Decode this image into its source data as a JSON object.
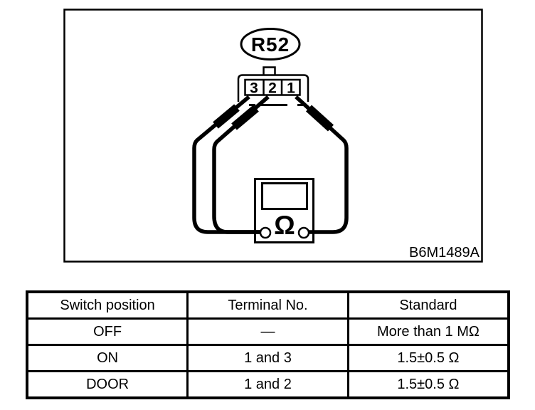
{
  "figure": {
    "connector_callout": "R52",
    "terminals": [
      "3",
      "2",
      "1"
    ],
    "ohm_symbol": "Ω",
    "figure_code": "B6M1489A"
  },
  "table": {
    "headers": [
      "Switch position",
      "Terminal No.",
      "Standard"
    ],
    "rows": [
      [
        "OFF",
        "—",
        "More than 1 MΩ"
      ],
      [
        "ON",
        "1 and 3",
        "1.5±0.5 Ω"
      ],
      [
        "DOOR",
        "1 and 2",
        "1.5±0.5 Ω"
      ]
    ]
  }
}
